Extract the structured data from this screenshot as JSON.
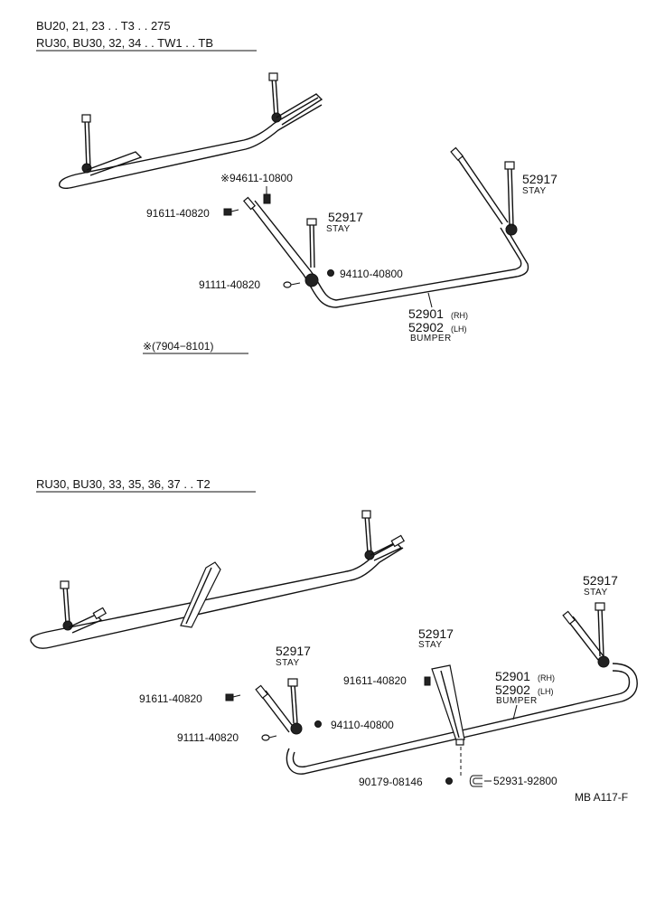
{
  "section1": {
    "header_line1": "BU20, 21, 23 . . T3 . . 275",
    "header_line2": "RU30, BU30, 32, 34 . . TW1 . . TB",
    "parts": {
      "p94611": "※94611-10800",
      "p91611": "91611-40820",
      "p91111": "91111-40820",
      "p94110": "94110-40800",
      "stay_a_num": "52917",
      "stay_a_lbl": "STAY",
      "stay_b_num": "52917",
      "stay_b_lbl": "STAY",
      "bumper_rh": "52901",
      "bumper_rh_side": "(RH)",
      "bumper_lh": "52902",
      "bumper_lh_side": "(LH)",
      "bumper_lbl": "BUMPER"
    },
    "note": "※(7904−8101)"
  },
  "section2": {
    "header": "RU30, BU30, 33, 35, 36, 37 . . T2",
    "parts": {
      "stay_a_num": "52917",
      "stay_a_lbl": "STAY",
      "stay_b_num": "52917",
      "stay_b_lbl": "STAY",
      "stay_c_num": "52917",
      "stay_c_lbl": "STAY",
      "p91611a": "91611-40820",
      "p91611b": "91611-40820",
      "p91111": "91111-40820",
      "p94110": "94110-40800",
      "bumper_rh": "52901",
      "bumper_rh_side": "(RH)",
      "bumper_lh": "52902",
      "bumper_lh_side": "(LH)",
      "bumper_lbl": "BUMPER",
      "p90179": "90179-08146",
      "p52931": "52931-92800"
    }
  },
  "footer_code": "MB A117-F"
}
